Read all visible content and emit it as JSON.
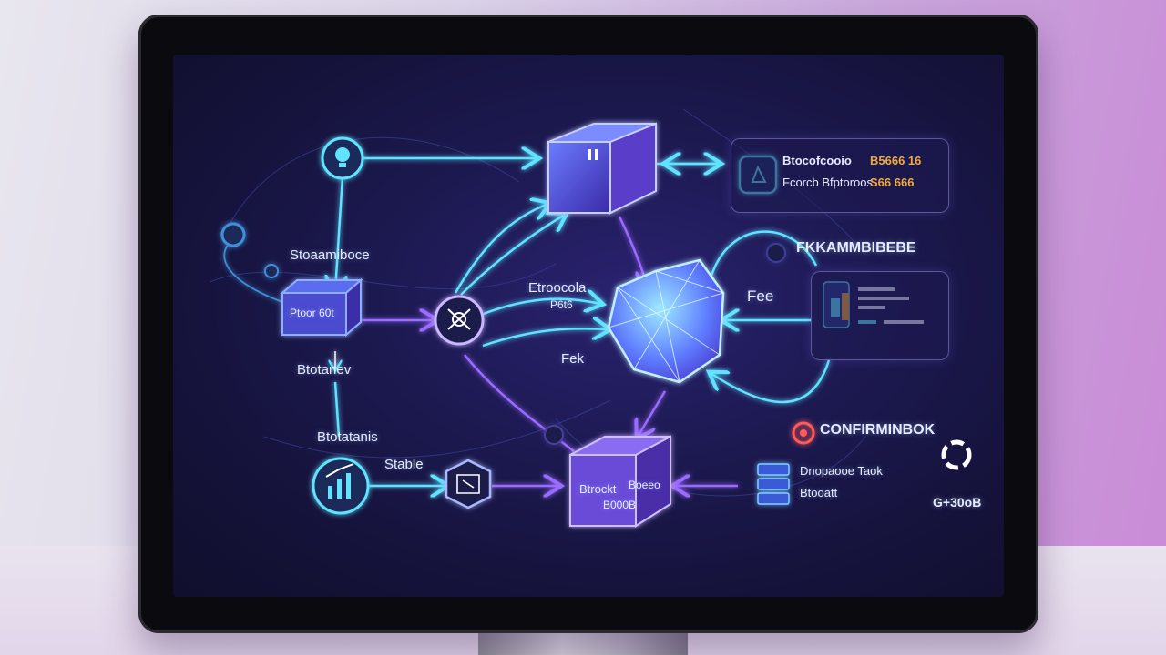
{
  "diagram": {
    "labels": {
      "left_top": "Stoaamiboce",
      "left_box": "Ptoor 60t",
      "left_mid": "Btotanev",
      "left_bottom": "Btotatanis",
      "stable": "Stable",
      "center_label_1": "Etroocola",
      "center_label_2": "P6t6",
      "fek": "Fek",
      "fee": "Fee",
      "right_heading": "FKKAMMBIBEBE",
      "bottom_box_1": "Btrockt",
      "bottom_box_2": "Boeeo",
      "bottom_box_3": "B000B",
      "confirmation": "CONFIRMINBOK",
      "bottom_right_1": "Dnopaooe Taok",
      "bottom_right_2": "Btooatt",
      "bottom_right_code": "G+30oB"
    },
    "top_panel": {
      "title": "Btocofcooio",
      "subtitle": "Fcorcb Bfptoroos",
      "value_1": "B5666 16",
      "value_2": "S66 666"
    },
    "colors": {
      "cyan": "#5fe3ff",
      "violet": "#9b6bff",
      "purple_box": "#7a5cf0",
      "gold": "#f2a83a",
      "confirm_red": "#ff5a5a"
    }
  }
}
